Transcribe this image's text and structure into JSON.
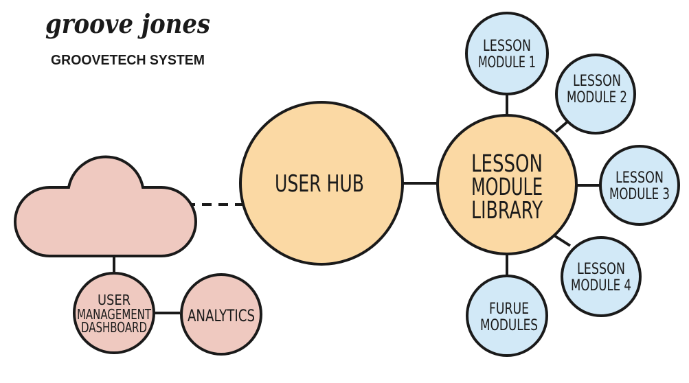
{
  "brand": {
    "logo": "groove jones",
    "system_name": "GROOVETECH SYSTEM"
  },
  "colors": {
    "cloud_fill": "#efc9c0",
    "hub_fill": "#fbd9a4",
    "module_fill": "#d2e9f7",
    "stroke": "#1a1a1a"
  },
  "nodes": {
    "cloud": {
      "label": ""
    },
    "user_hub": {
      "lines": [
        "USER HUB"
      ]
    },
    "library": {
      "lines": [
        "LESSON",
        "MODULE",
        "LIBRARY"
      ]
    },
    "module1": {
      "lines": [
        "LESSON",
        "MODULE 1"
      ]
    },
    "module2": {
      "lines": [
        "LESSON",
        "MODULE 2"
      ]
    },
    "module3": {
      "lines": [
        "LESSON",
        "MODULE 3"
      ]
    },
    "module4": {
      "lines": [
        "LESSON",
        "MODULE 4"
      ]
    },
    "future": {
      "lines": [
        "FURUE",
        "MODULES"
      ]
    },
    "dashboard": {
      "lines": [
        "USER",
        "MANAGEMENT",
        "DASHBOARD"
      ]
    },
    "analytics": {
      "lines": [
        "ANALYTICS"
      ]
    }
  }
}
